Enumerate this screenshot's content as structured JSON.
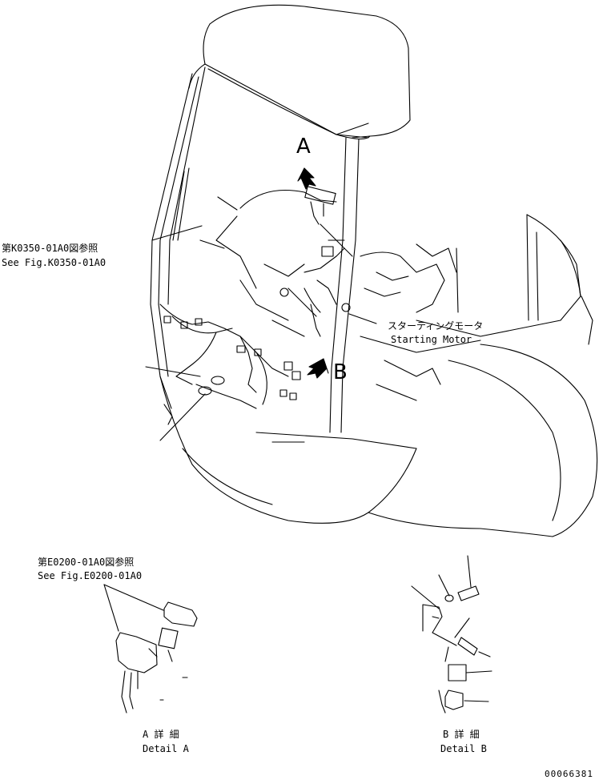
{
  "callouts": {
    "a_letter": "A",
    "b_letter": "B",
    "ref_k0350_jp": "第K0350-01A0図参照",
    "ref_k0350_en": "See Fig.K0350-01A0",
    "starting_motor_jp": "スターティングモータ",
    "starting_motor_en": "Starting Motor",
    "ref_e0200_jp": "第E0200-01A0図参照",
    "ref_e0200_en": "See Fig.E0200-01A0",
    "detail_a_jp": "A 詳 細",
    "detail_a_en": "Detail A",
    "detail_b_jp": "B 詳 細",
    "detail_b_en": "Detail B"
  },
  "drawing_number": "00066381"
}
